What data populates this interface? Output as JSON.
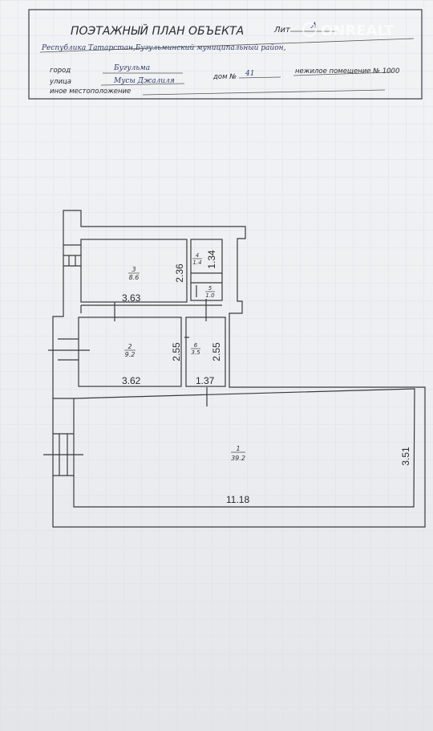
{
  "header": {
    "title": "ПОЭТАЖНЫЙ ПЛАН ОБЪЕКТА",
    "lit_label": "Лит",
    "lit_value": "А",
    "region": "Республика Татарстан,Бугульминский муниципальный район,",
    "city_label": "город",
    "city_value": "Бугульма",
    "street_label": "улица",
    "street_value": "Мусы Джалиля",
    "house_label": "дом №",
    "house_value": "41",
    "premises": "нежилое помещение № 1000",
    "other_location_label": "иное местоположение"
  },
  "watermark": "ONREALT",
  "rooms": [
    {
      "number": "3",
      "area": "8.6"
    },
    {
      "number": "4",
      "area": "1.4"
    },
    {
      "number": "5",
      "area": "1.0"
    },
    {
      "number": "2",
      "area": "9.2"
    },
    {
      "number": "6",
      "area": "3.5"
    },
    {
      "number": "1",
      "area": "39.2"
    }
  ],
  "dimensions": {
    "room3_width": "3.63",
    "room3_height": "2.36",
    "room4_height": "1.34",
    "room2_width": "3.62",
    "room2_height": "2.55",
    "room6_height": "2.55",
    "room6_width": "1.37",
    "room1_width": "11.18",
    "room1_height": "3.51"
  }
}
